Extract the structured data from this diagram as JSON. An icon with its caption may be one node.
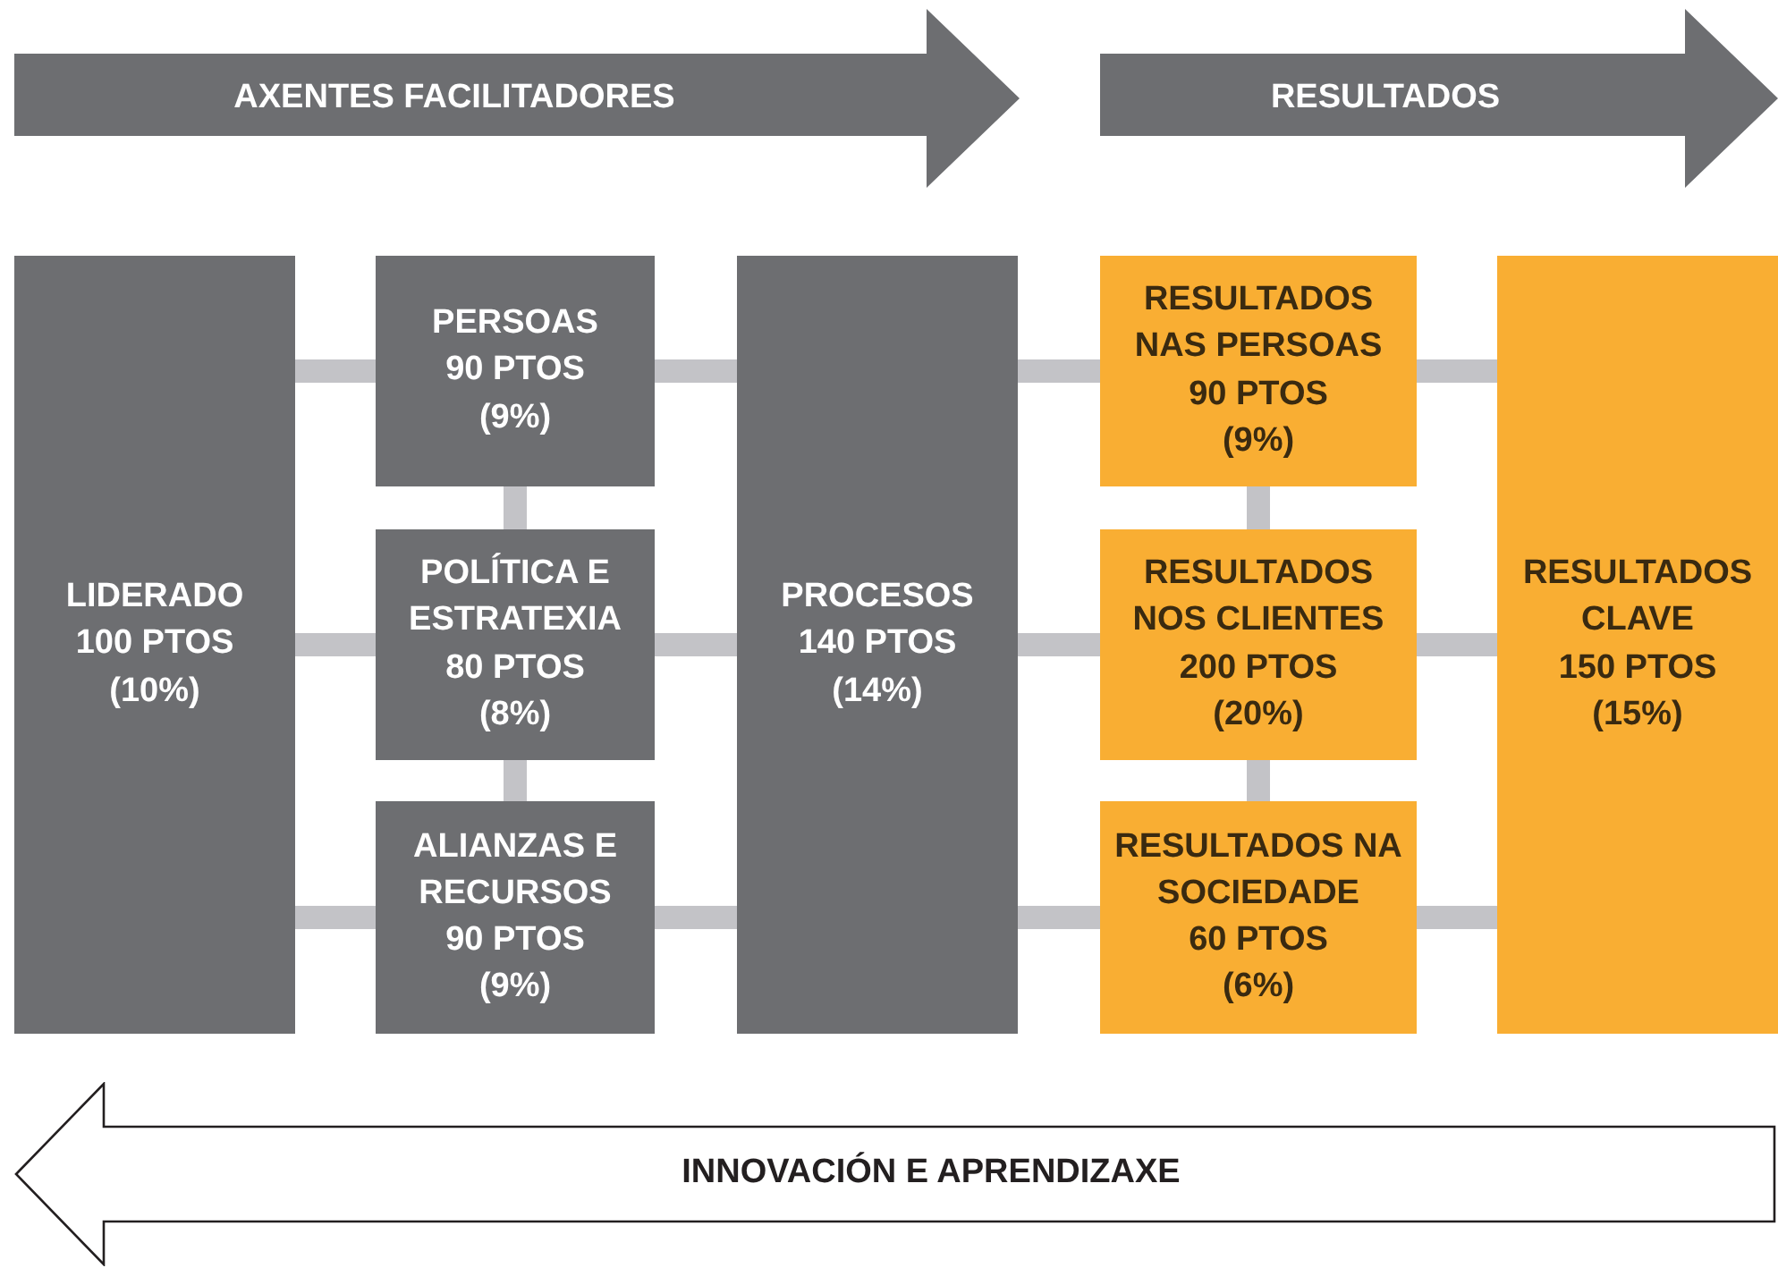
{
  "diagram": {
    "nodes": [
      {
        "text": [
          "AXENTES FACILITADORES"
        ]
      },
      {
        "text": [
          "RESULTADOS"
        ]
      },
      {
        "text": [
          "LIDERADO",
          "100 PTOS",
          "(10%)"
        ]
      },
      {
        "text": [
          "PERSOAS",
          "90 PTOS",
          "(9%)"
        ]
      },
      {
        "text": [
          "POLÍTICA E ESTRATEXIA",
          "80 PTOS",
          "(8%)"
        ]
      },
      {
        "text": [
          "ALIANZAS E RECURSOS",
          "90 PTOS",
          "(9%)"
        ]
      },
      {
        "text": [
          "PROCESOS",
          "140 PTOS",
          "(14%)"
        ]
      },
      {
        "text": [
          "RESULTADOS NAS PERSOAS",
          "90 PTOS",
          "(9%)"
        ]
      },
      {
        "text": [
          "RESULTADOS NOS CLIENTES",
          "200 PTOS",
          "(20%)"
        ]
      },
      {
        "text": [
          "RESULTADOS NA SOCIEDADE",
          "60 PTOS",
          "(6%)"
        ]
      },
      {
        "text": [
          "RESULTADOS CLAVE",
          "150 PTOS",
          "(15%)"
        ]
      },
      {
        "text": [
          "INNOVACIÓN E APRENDIZAXE"
        ]
      }
    ],
    "edges": [
      {
        "from": 2,
        "to": 3,
        "arrow": "none"
      },
      {
        "from": 2,
        "to": 4,
        "arrow": "none"
      },
      {
        "from": 2,
        "to": 5,
        "arrow": "none"
      },
      {
        "from": 3,
        "to": 4,
        "arrow": "none"
      },
      {
        "from": 4,
        "to": 5,
        "arrow": "none"
      },
      {
        "from": 3,
        "to": 6,
        "arrow": "none"
      },
      {
        "from": 4,
        "to": 6,
        "arrow": "none"
      },
      {
        "from": 5,
        "to": 6,
        "arrow": "none"
      },
      {
        "from": 6,
        "to": 7,
        "arrow": "none"
      },
      {
        "from": 6,
        "to": 8,
        "arrow": "none"
      },
      {
        "from": 6,
        "to": 9,
        "arrow": "none"
      },
      {
        "from": 7,
        "to": 8,
        "arrow": "none"
      },
      {
        "from": 8,
        "to": 9,
        "arrow": "none"
      },
      {
        "from": 7,
        "to": 10,
        "arrow": "none"
      },
      {
        "from": 8,
        "to": 10,
        "arrow": "none"
      },
      {
        "from": 9,
        "to": 10,
        "arrow": "none"
      }
    ]
  }
}
